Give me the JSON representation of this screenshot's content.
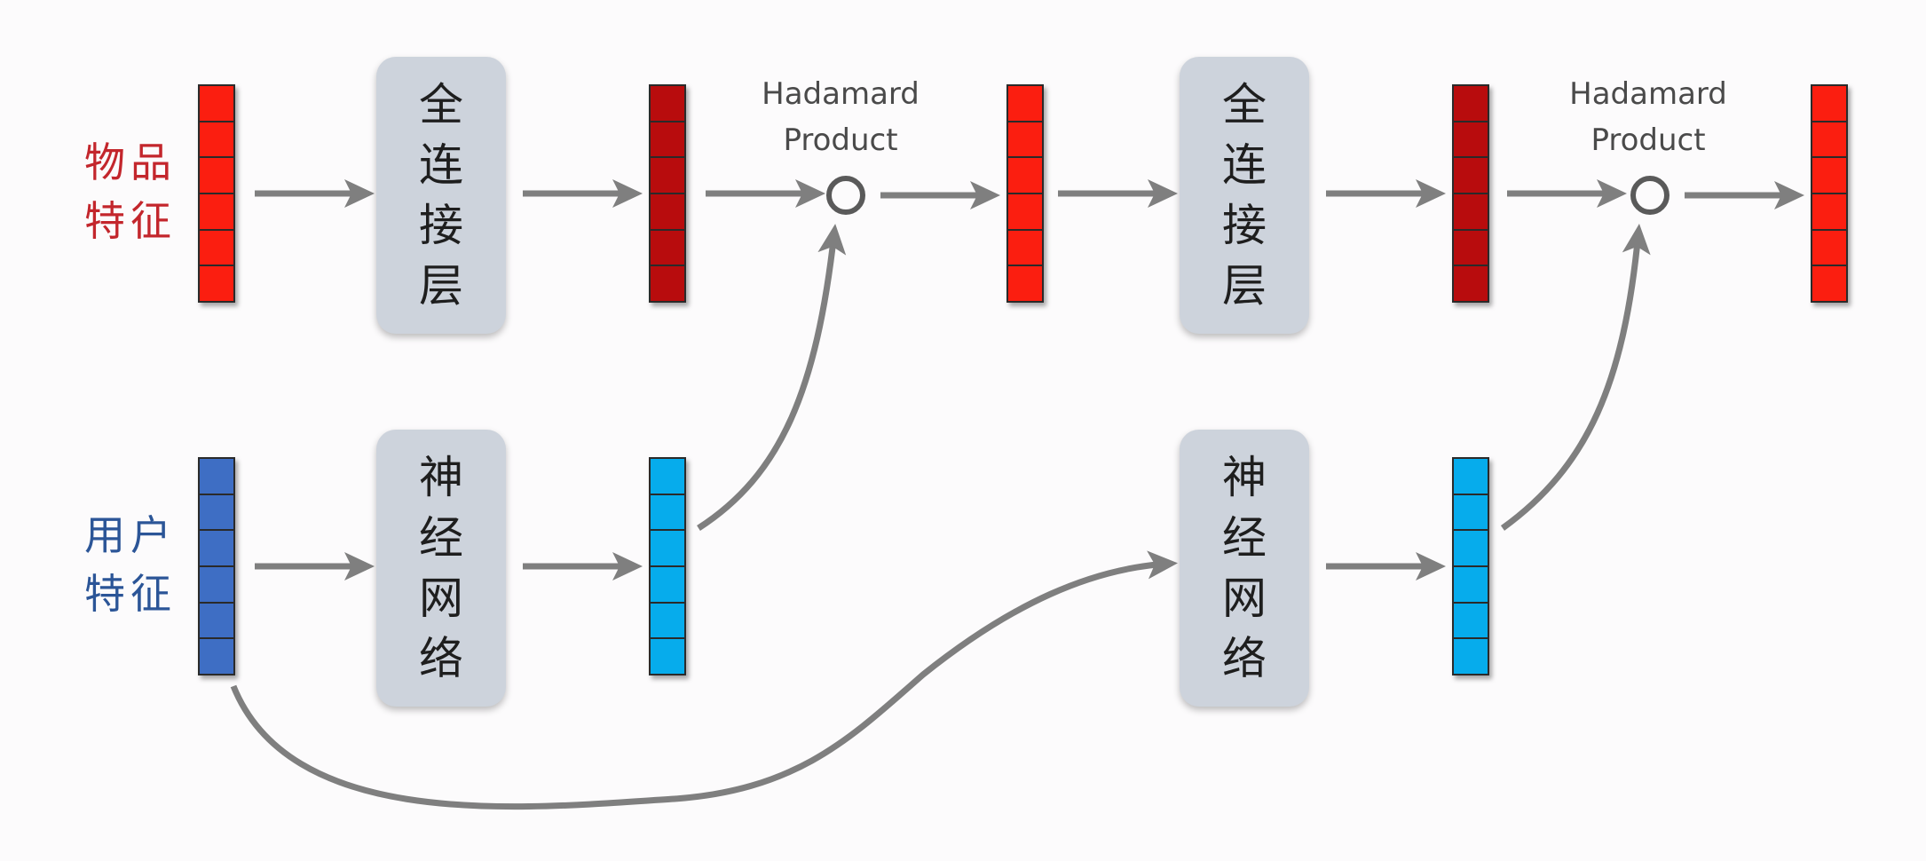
{
  "labels": {
    "item_line1": "物品",
    "item_line2": "特征",
    "user_line1": "用户",
    "user_line2": "特征"
  },
  "boxes": {
    "fc_chars": [
      "全",
      "连",
      "接",
      "层"
    ],
    "nn_chars": [
      "神",
      "经",
      "网",
      "络"
    ]
  },
  "operations": {
    "hadamard_line1": "Hadamard",
    "hadamard_line2": "Product"
  },
  "colors": {
    "item_label": "#c3262c",
    "user_label": "#2b5597",
    "item_vector": "#fb1e10",
    "item_vector_transformed": "#b80c0d",
    "user_vector": "#3e6ec4",
    "user_vector_transformed": "#06acec",
    "box_fill": "#cdd3dc",
    "arrow": "#7f7f7f"
  }
}
